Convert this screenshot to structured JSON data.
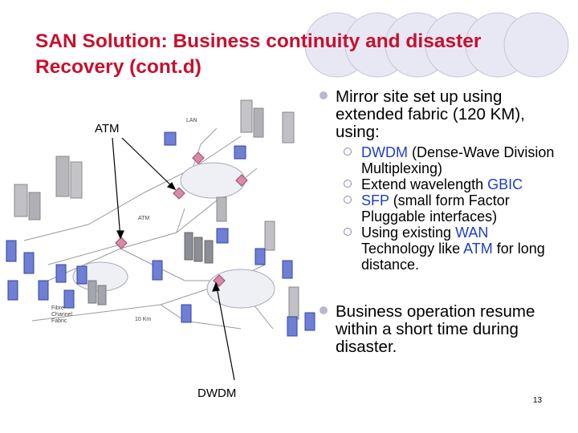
{
  "slide": {
    "title_line1": "SAN Solution: Business continuity and disaster",
    "title_line2": "Recovery (cont.d)",
    "page_number": "13"
  },
  "diagram": {
    "callout_atm": "ATM",
    "callout_dwdm": "DWDM",
    "label_lan": "LAN",
    "label_atm_small": "ATM",
    "label_distance": "10 Km",
    "label_fibre_1": "Fibre",
    "label_fibre_2": "Channel",
    "label_fibre_3": "Fabric"
  },
  "bullets": [
    {
      "text": "Mirror site set up using extended fabric (120 KM), using:",
      "sub": [
        {
          "hl": "DWDM",
          "text": " (Dense-Wave Division Multiplexing)"
        },
        {
          "pre": "Extend wavelength ",
          "hl": "GBIC",
          "text": ""
        },
        {
          "hl": "SFP",
          "text": " (small form Factor Pluggable interfaces)"
        },
        {
          "pre": "Using existing ",
          "hl": "WAN",
          "mid": " Technology like ",
          "hl2": "ATM",
          "text": " for long distance."
        }
      ]
    },
    {
      "text": "Business operation resume within a short time during disaster."
    }
  ],
  "colors": {
    "title": "#c8102e",
    "highlight": "#1f3fbf",
    "circle_fill": "#e4e4f2",
    "circle_stroke": "#b0b0d0"
  }
}
